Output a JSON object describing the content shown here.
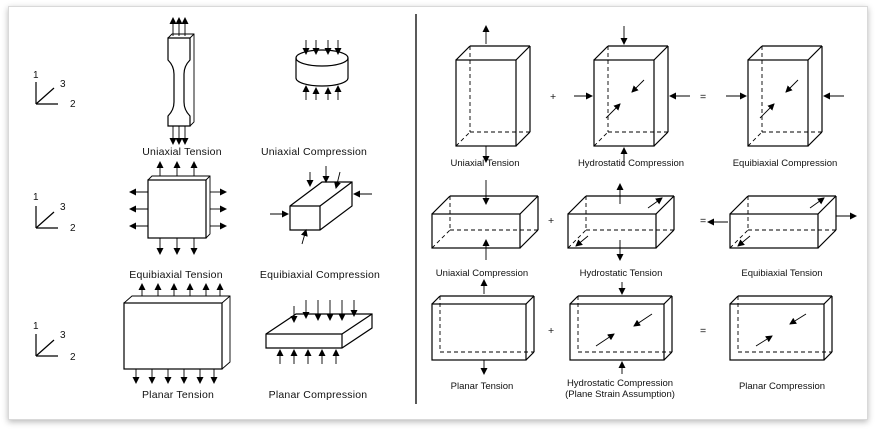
{
  "axes": {
    "label_1": "1",
    "label_2": "2",
    "label_3": "3"
  },
  "left_panel": {
    "row1": {
      "a": "Uniaxial  Tension",
      "b": "Uniaxial  Compression"
    },
    "row2": {
      "a": "Equibiaxial  Tension",
      "b": "Equibiaxial  Compression"
    },
    "row3": {
      "a": "Planar  Tension",
      "b": "Planar  Compression"
    }
  },
  "right_panel": {
    "row1": {
      "a": "Uniaxial  Tension",
      "b": "Hydrostatic  Compression",
      "c": "Equibiaxial  Compression"
    },
    "row2": {
      "a": "Uniaxial  Compression",
      "b": "Hydrostatic  Tension",
      "c": "Equibiaxial  Tension"
    },
    "row3": {
      "a": "Planar  Tension",
      "b": "Hydrostatic  Compression",
      "b2": "(Plane  Strain  Assumption)",
      "c": "Planar  Compression"
    },
    "plus": "+",
    "equals": "="
  }
}
